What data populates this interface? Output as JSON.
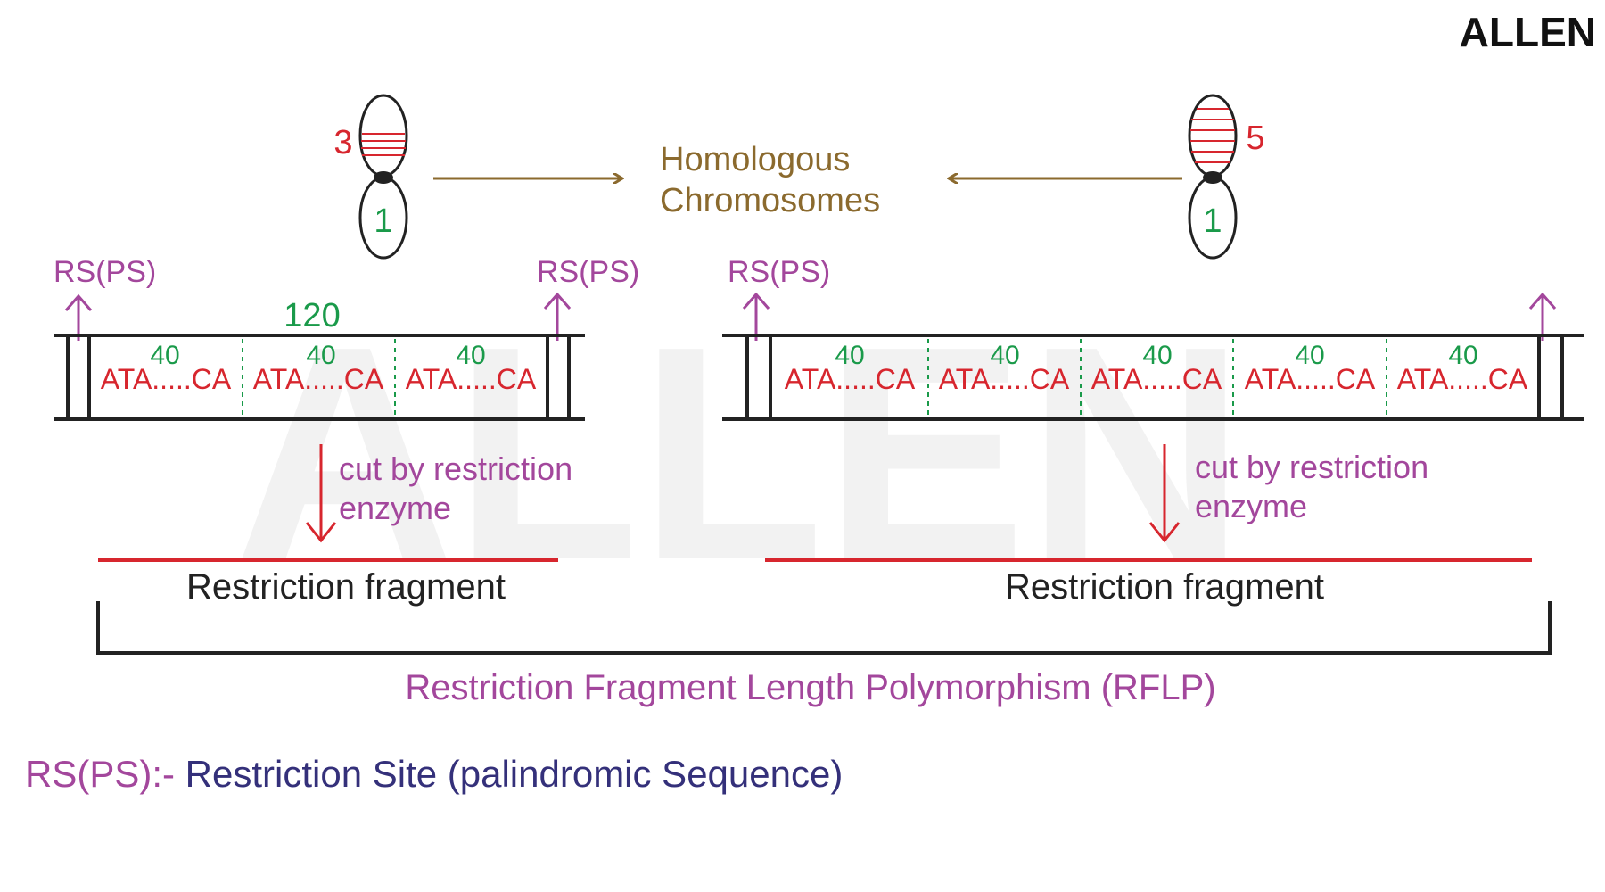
{
  "logo": {
    "text": "ALLEN"
  },
  "watermark": {
    "text": "ALLEN"
  },
  "chromosomes": {
    "left": {
      "repeat_count": "3",
      "lower_arm_label": "1"
    },
    "right": {
      "repeat_count": "5",
      "lower_arm_label": "1"
    }
  },
  "homologous_label": {
    "line1": "Homologous",
    "line2": "Chromosomes"
  },
  "rs_label": "RS(PS)",
  "left_dna": {
    "total_length": "120",
    "segments": [
      {
        "count": "40",
        "sequence": "ATA.....CA"
      },
      {
        "count": "40",
        "sequence": "ATA.....CA"
      },
      {
        "count": "40",
        "sequence": "ATA.....CA"
      }
    ]
  },
  "right_dna": {
    "segments": [
      {
        "count": "40",
        "sequence": "ATA.....CA"
      },
      {
        "count": "40",
        "sequence": "ATA.....CA"
      },
      {
        "count": "40",
        "sequence": "ATA.....CA"
      },
      {
        "count": "40",
        "sequence": "ATA.....CA"
      },
      {
        "count": "40",
        "sequence": "ATA.....CA"
      }
    ]
  },
  "cut_label": {
    "line1": "cut by restriction",
    "line2": "enzyme"
  },
  "fragment_label": "Restriction fragment",
  "rflp_label": "Restriction Fragment Length Polymorphism (RFLP)",
  "legend": {
    "abbr": "RS(PS):-",
    "definition": " Restriction Site (palindromic Sequence)"
  },
  "colors": {
    "red": "#d7262e",
    "green": "#1a9a4a",
    "purple": "#a3479c",
    "brown": "#8b6a2e",
    "navy": "#34307a",
    "black": "#222222"
  }
}
